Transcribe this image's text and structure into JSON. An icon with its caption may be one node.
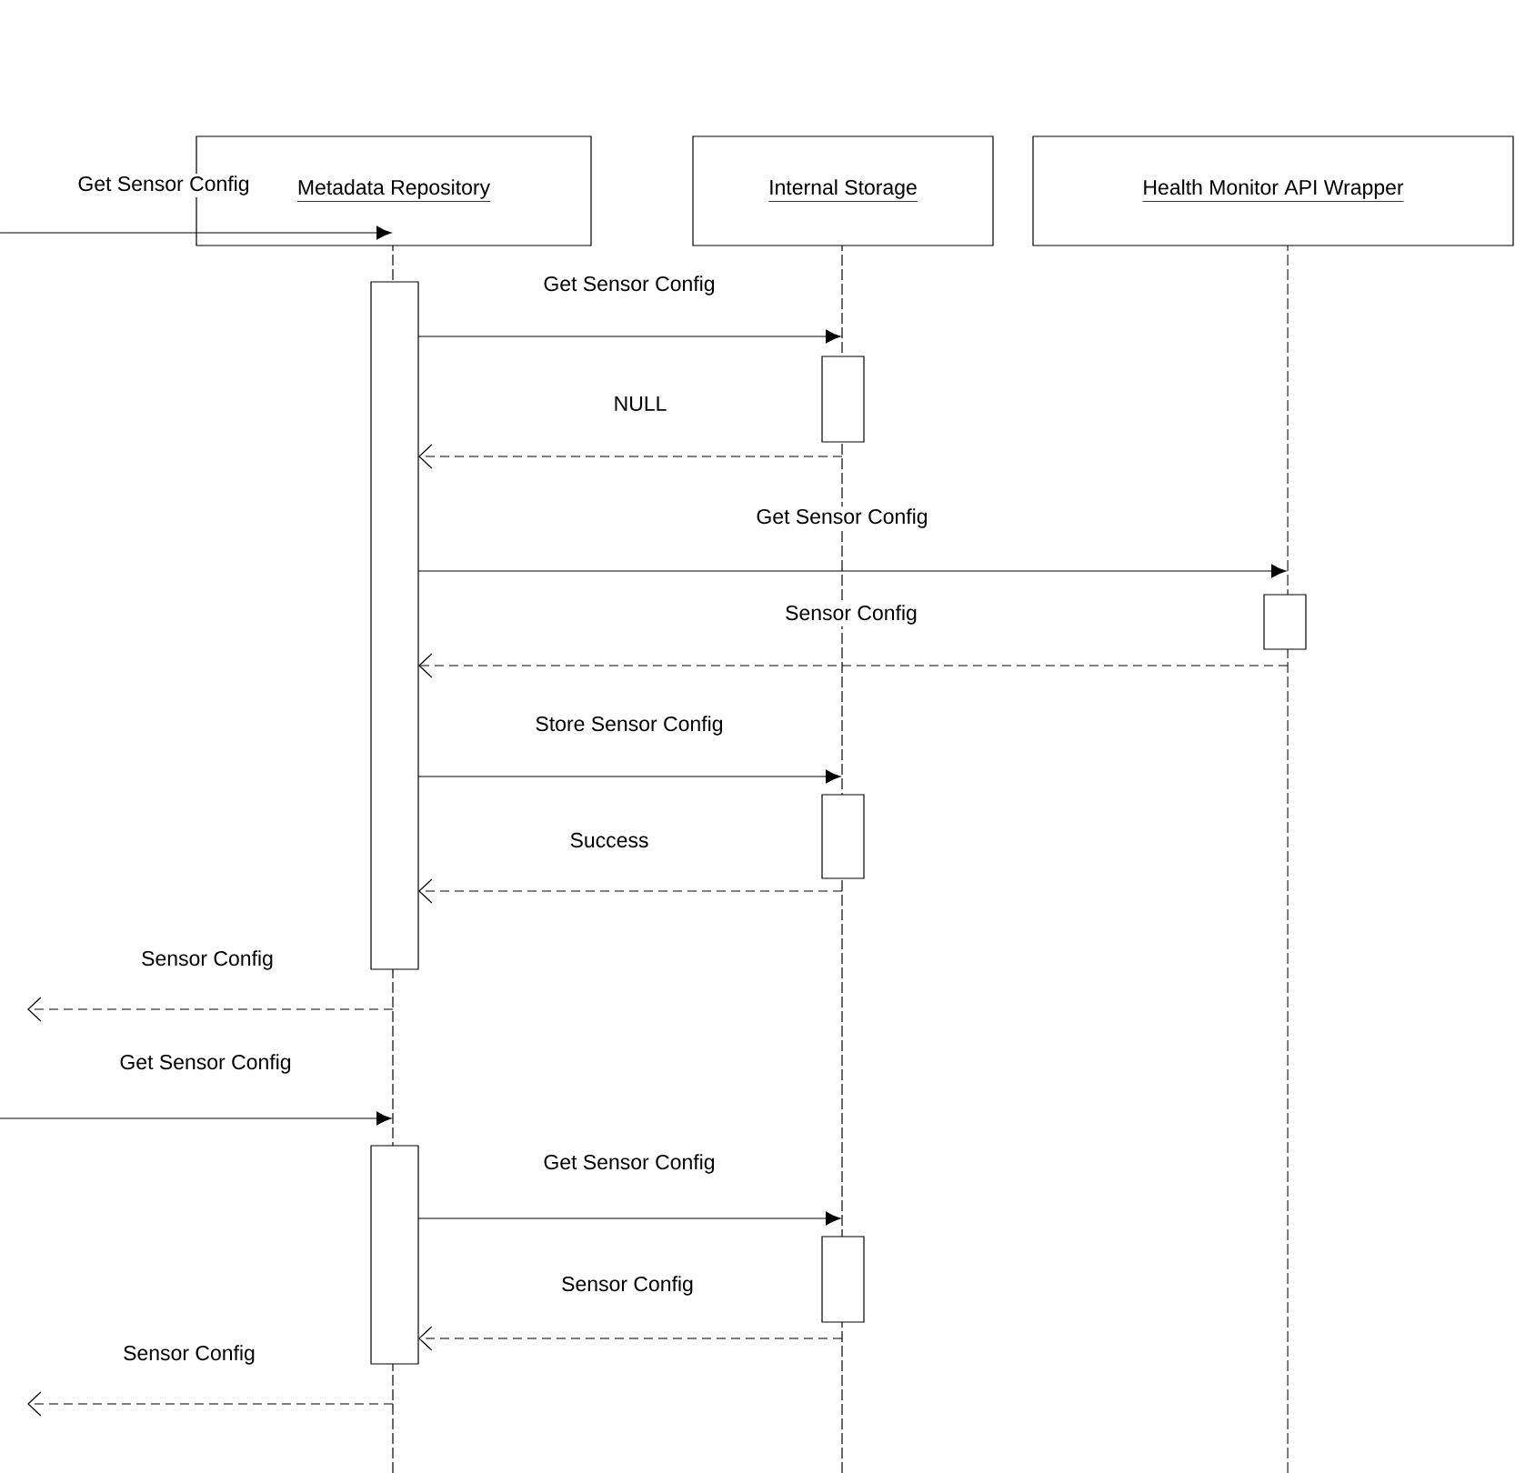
{
  "diagram": {
    "nodes": [
      {
        "text": [
          "Metadata Repository"
        ]
      },
      {
        "text": [
          "Internal Storage"
        ]
      },
      {
        "text": [
          "Health Monitor API Wrapper"
        ]
      },
      {
        "text": [],
        "shape": "line"
      },
      {
        "text": [],
        "shape": "line"
      },
      {
        "text": [],
        "shape": "line"
      },
      {
        "text": [],
        "shape": "box"
      },
      {
        "text": [],
        "shape": "box"
      },
      {
        "text": [],
        "shape": "box"
      },
      {
        "text": [],
        "shape": "box"
      },
      {
        "text": [],
        "shape": "box"
      },
      {
        "text": [],
        "shape": "box"
      }
    ],
    "edges": [
      {
        "from": null,
        "to": 3,
        "arrow": "to",
        "label": "Get Sensor Config"
      },
      {
        "from": 6,
        "to": 4,
        "arrow": "to",
        "label": "Get Sensor Config"
      },
      {
        "from": 4,
        "to": 6,
        "arrow": "to",
        "label": "NULL",
        "style": "dashed"
      },
      {
        "from": 6,
        "to": 5,
        "arrow": "to",
        "label": "Get Sensor Config"
      },
      {
        "from": 5,
        "to": 6,
        "arrow": "to",
        "label": "Sensor Config",
        "style": "dashed"
      },
      {
        "from": 6,
        "to": 4,
        "arrow": "to",
        "label": "Store Sensor Config"
      },
      {
        "from": 4,
        "to": 6,
        "arrow": "to",
        "label": "Success",
        "style": "dashed"
      },
      {
        "from": 3,
        "to": null,
        "arrow": "to",
        "label": "Sensor Config",
        "style": "dashed"
      },
      {
        "from": null,
        "to": 3,
        "arrow": "to",
        "label": "Get Sensor Config"
      },
      {
        "from": 10,
        "to": 4,
        "arrow": "to",
        "label": "Get Sensor Config"
      },
      {
        "from": 4,
        "to": 10,
        "arrow": "to",
        "label": "Sensor Config",
        "style": "dashed"
      },
      {
        "from": 3,
        "to": null,
        "arrow": "to",
        "label": "Sensor Config",
        "style": "dashed"
      }
    ]
  }
}
